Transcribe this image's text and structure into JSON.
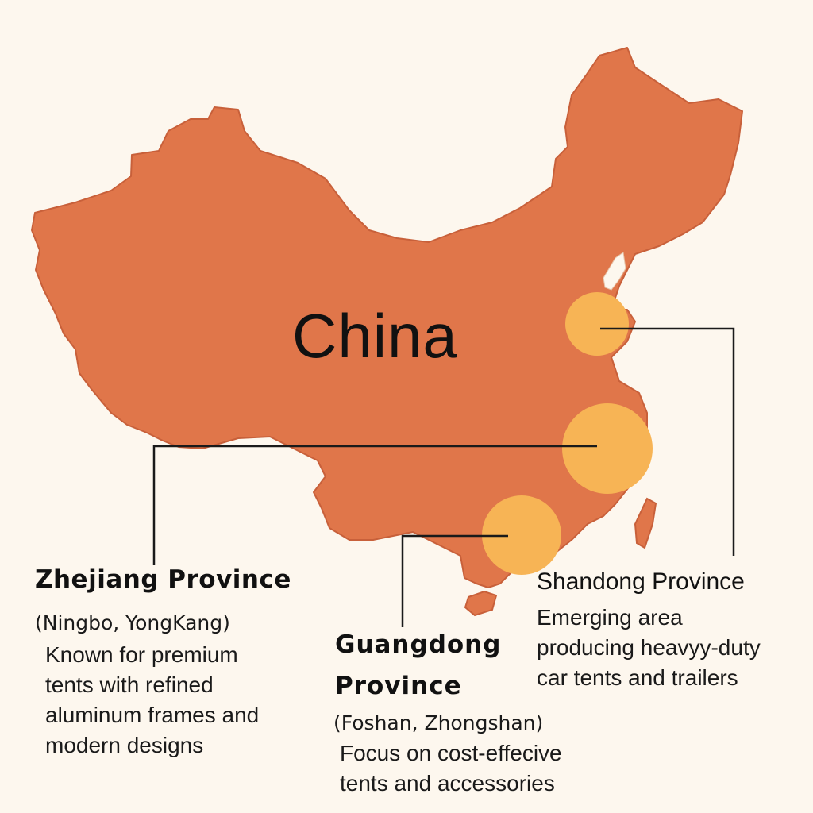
{
  "map": {
    "country_label": "China",
    "land_color": "#e0764a",
    "land_stroke": "#c8603a",
    "hub_color": "#f7b455",
    "background": "#fdf7ee"
  },
  "regions": [
    {
      "id": "zhejiang",
      "name": "Zhejiang Province",
      "cities": "(Ningbo, YongKang)",
      "description": [
        "Known for premium",
        "tents with refined",
        "aluminum frames and",
        "modern designs"
      ]
    },
    {
      "id": "guangdong",
      "name_lines": [
        "Guangdong",
        "Province"
      ],
      "cities": "(Foshan, Zhongshan)",
      "description": [
        "Focus on cost-effecive",
        "tents and accessories"
      ]
    },
    {
      "id": "shandong",
      "name": "Shandong Province",
      "description": [
        "Emerging area",
        "producing heavyy-duty",
        "car tents and trailers"
      ]
    }
  ]
}
